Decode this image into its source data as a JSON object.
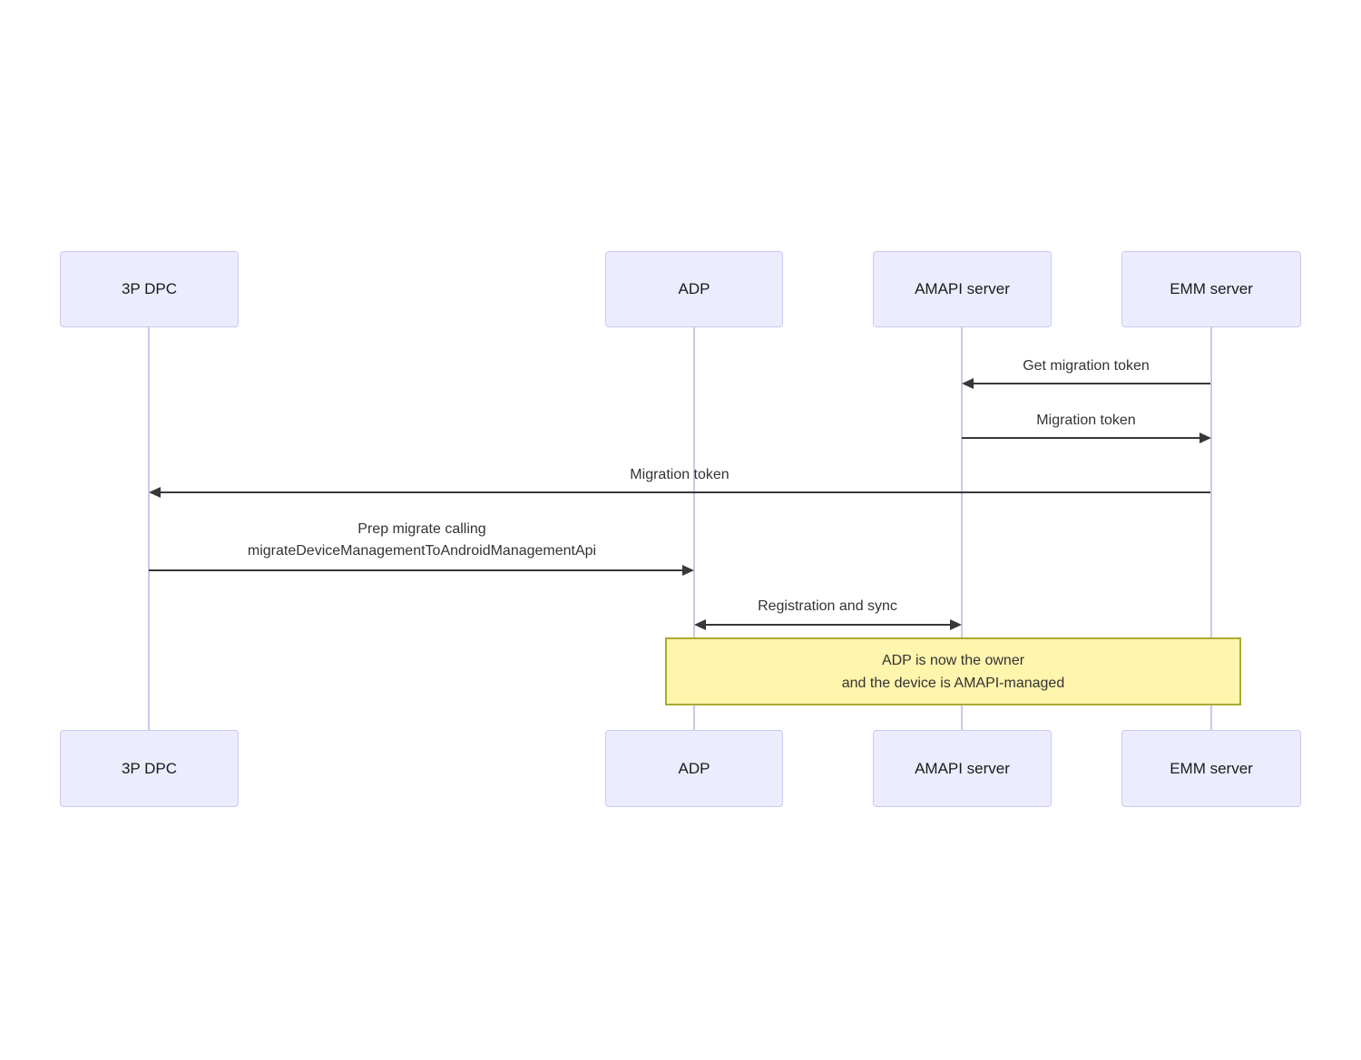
{
  "actors": [
    {
      "label": "3P DPC"
    },
    {
      "label": "ADP"
    },
    {
      "label": "AMAPI server"
    },
    {
      "label": "EMM server"
    }
  ],
  "messages": [
    {
      "label": "Get migration token",
      "from": "EMM server",
      "to": "AMAPI server",
      "arrow_direction": "left"
    },
    {
      "label": "Migration token",
      "from": "AMAPI server",
      "to": "EMM server",
      "arrow_direction": "right"
    },
    {
      "label": "Migration token",
      "from": "EMM server",
      "to": "3P DPC",
      "arrow_direction": "left"
    },
    {
      "lines": [
        "Prep migrate calling",
        "migrateDeviceManagementToAndroidManagementApi"
      ],
      "from": "3P DPC",
      "to": "ADP",
      "arrow_direction": "right"
    },
    {
      "label": "Registration and sync",
      "from": "ADP",
      "to": "AMAPI server",
      "arrow_direction": "both"
    }
  ],
  "note": {
    "lines": [
      "ADP is now the owner",
      "and the device is AMAPI-managed"
    ],
    "over": "ADP to EMM server"
  },
  "colors": {
    "actor_fill": "#ECECFF",
    "actor_border": "#CFC7F0",
    "actor_text": "#1A1A1A",
    "lifeline": "#CFC6EC",
    "note_fill": "#FFF5AD",
    "note_border": "#AAAA33",
    "arrow": "#383838",
    "message_text": "#333333"
  }
}
